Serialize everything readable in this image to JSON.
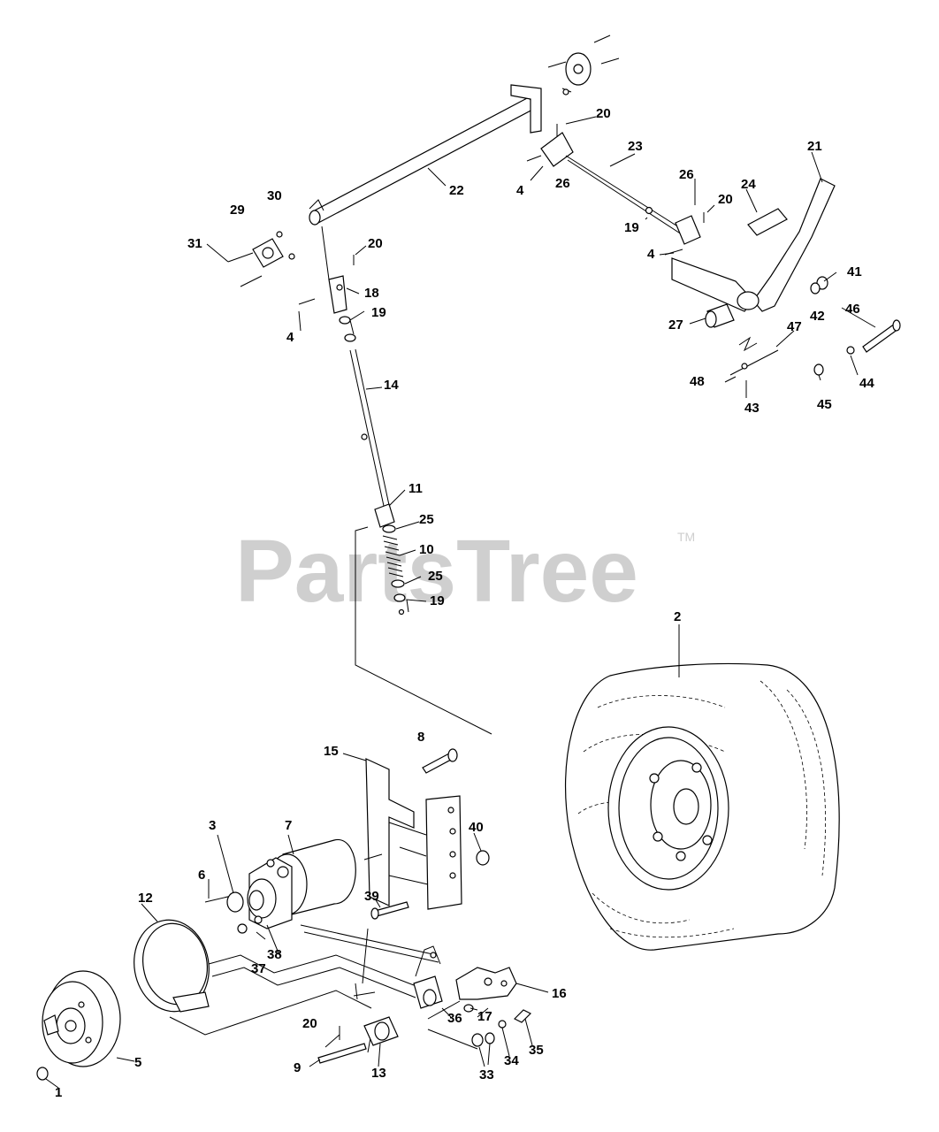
{
  "watermark": {
    "text": "PartsTree",
    "tm": "TM"
  },
  "callouts": {
    "n1": "1",
    "n2": "2",
    "n3": "3",
    "n4a": "4",
    "n4b": "4",
    "n4c": "4",
    "n5": "5",
    "n6": "6",
    "n7": "7",
    "n8": "8",
    "n9": "9",
    "n10": "10",
    "n11": "11",
    "n12": "12",
    "n13": "13",
    "n14": "14",
    "n15": "15",
    "n16": "16",
    "n17": "17",
    "n18": "18",
    "n19a": "19",
    "n19b": "19",
    "n19c": "19",
    "n20a": "20",
    "n20b": "20",
    "n20c": "20",
    "n20d": "20",
    "n21": "21",
    "n22": "22",
    "n23": "23",
    "n24": "24",
    "n25a": "25",
    "n25b": "25",
    "n26a": "26",
    "n26b": "26",
    "n27": "27",
    "n29": "29",
    "n30": "30",
    "n31": "31",
    "n33": "33",
    "n34": "34",
    "n35": "35",
    "n36": "36",
    "n37": "37",
    "n38": "38",
    "n39": "39",
    "n40": "40",
    "n41": "41",
    "n42": "42",
    "n43": "43",
    "n44": "44",
    "n45": "45",
    "n46": "46",
    "n47": "47",
    "n48": "48"
  }
}
